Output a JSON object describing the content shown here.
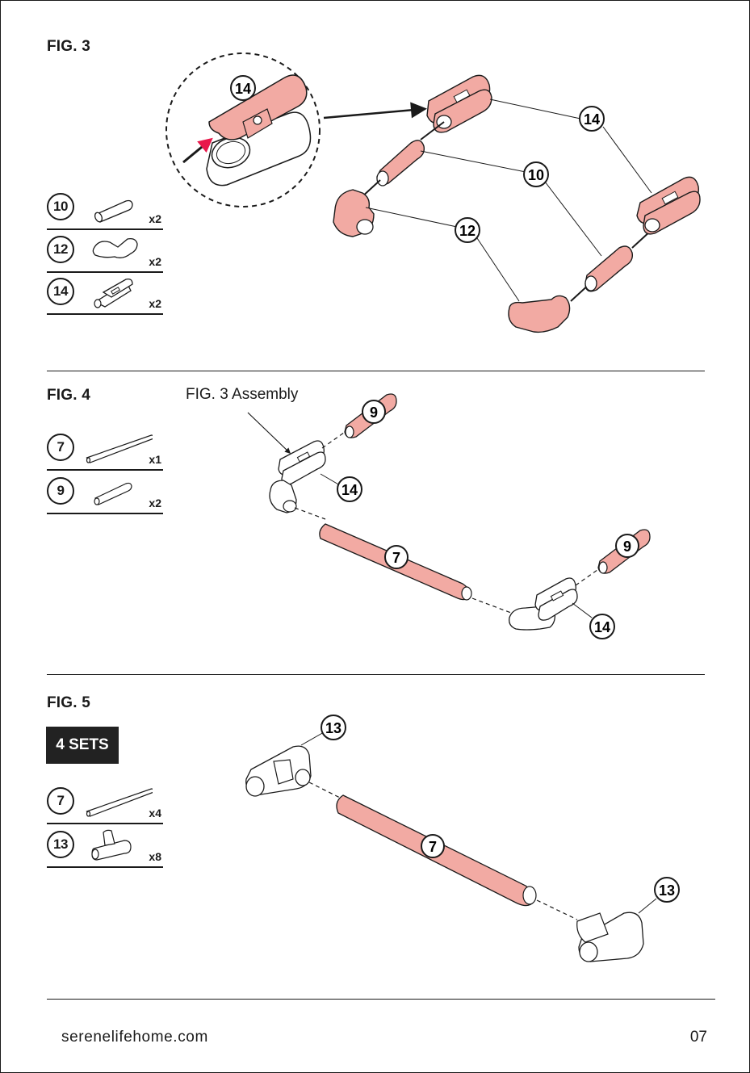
{
  "fig3": {
    "title": "FIG. 3",
    "parts": [
      {
        "num": "10",
        "qty": "x2"
      },
      {
        "num": "12",
        "qty": "x2"
      },
      {
        "num": "14",
        "qty": "x2"
      }
    ],
    "labels": {
      "detail": "14",
      "a": "14",
      "b": "10",
      "c": "12"
    }
  },
  "fig4": {
    "title": "FIG. 4",
    "callout": "FIG. 3 Assembly",
    "parts": [
      {
        "num": "7",
        "qty": "x1"
      },
      {
        "num": "9",
        "qty": "x2"
      }
    ],
    "labels": {
      "a": "9",
      "b": "14",
      "c": "7",
      "d": "9",
      "e": "14"
    }
  },
  "fig5": {
    "title": "FIG. 5",
    "sets": "4 SETS",
    "parts": [
      {
        "num": "7",
        "qty": "x4"
      },
      {
        "num": "13",
        "qty": "x8"
      }
    ],
    "labels": {
      "a": "13",
      "b": "7",
      "c": "13"
    }
  },
  "footer": {
    "url": "serenelifehome.com",
    "page": "07"
  },
  "colors": {
    "pink": "#f2aaa3",
    "ink": "#1a1a1a",
    "arrow_red": "#e8174a"
  }
}
